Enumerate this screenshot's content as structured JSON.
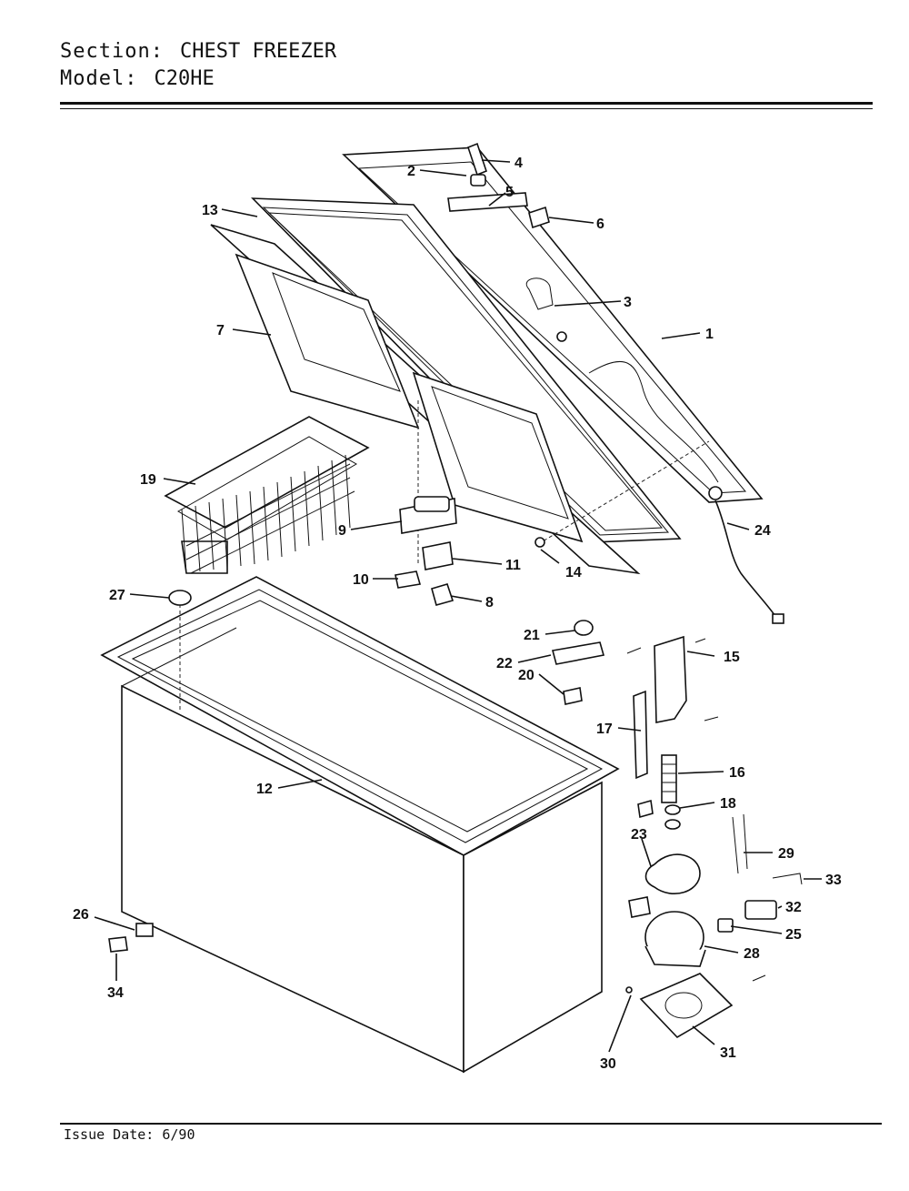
{
  "header": {
    "section_key": "Section:",
    "section_value": "CHEST FREEZER",
    "model_key": "Model:",
    "model_value": "C20HE"
  },
  "footer": {
    "issue_date": "Issue Date: 6/90"
  },
  "callouts": [
    "1",
    "2",
    "3",
    "4",
    "5",
    "6",
    "7",
    "8",
    "9",
    "10",
    "11",
    "12",
    "13",
    "14",
    "15",
    "16",
    "17",
    "18",
    "19",
    "20",
    "21",
    "22",
    "23",
    "24",
    "25",
    "26",
    "27",
    "28",
    "29",
    "30",
    "31",
    "32",
    "33",
    "34"
  ]
}
